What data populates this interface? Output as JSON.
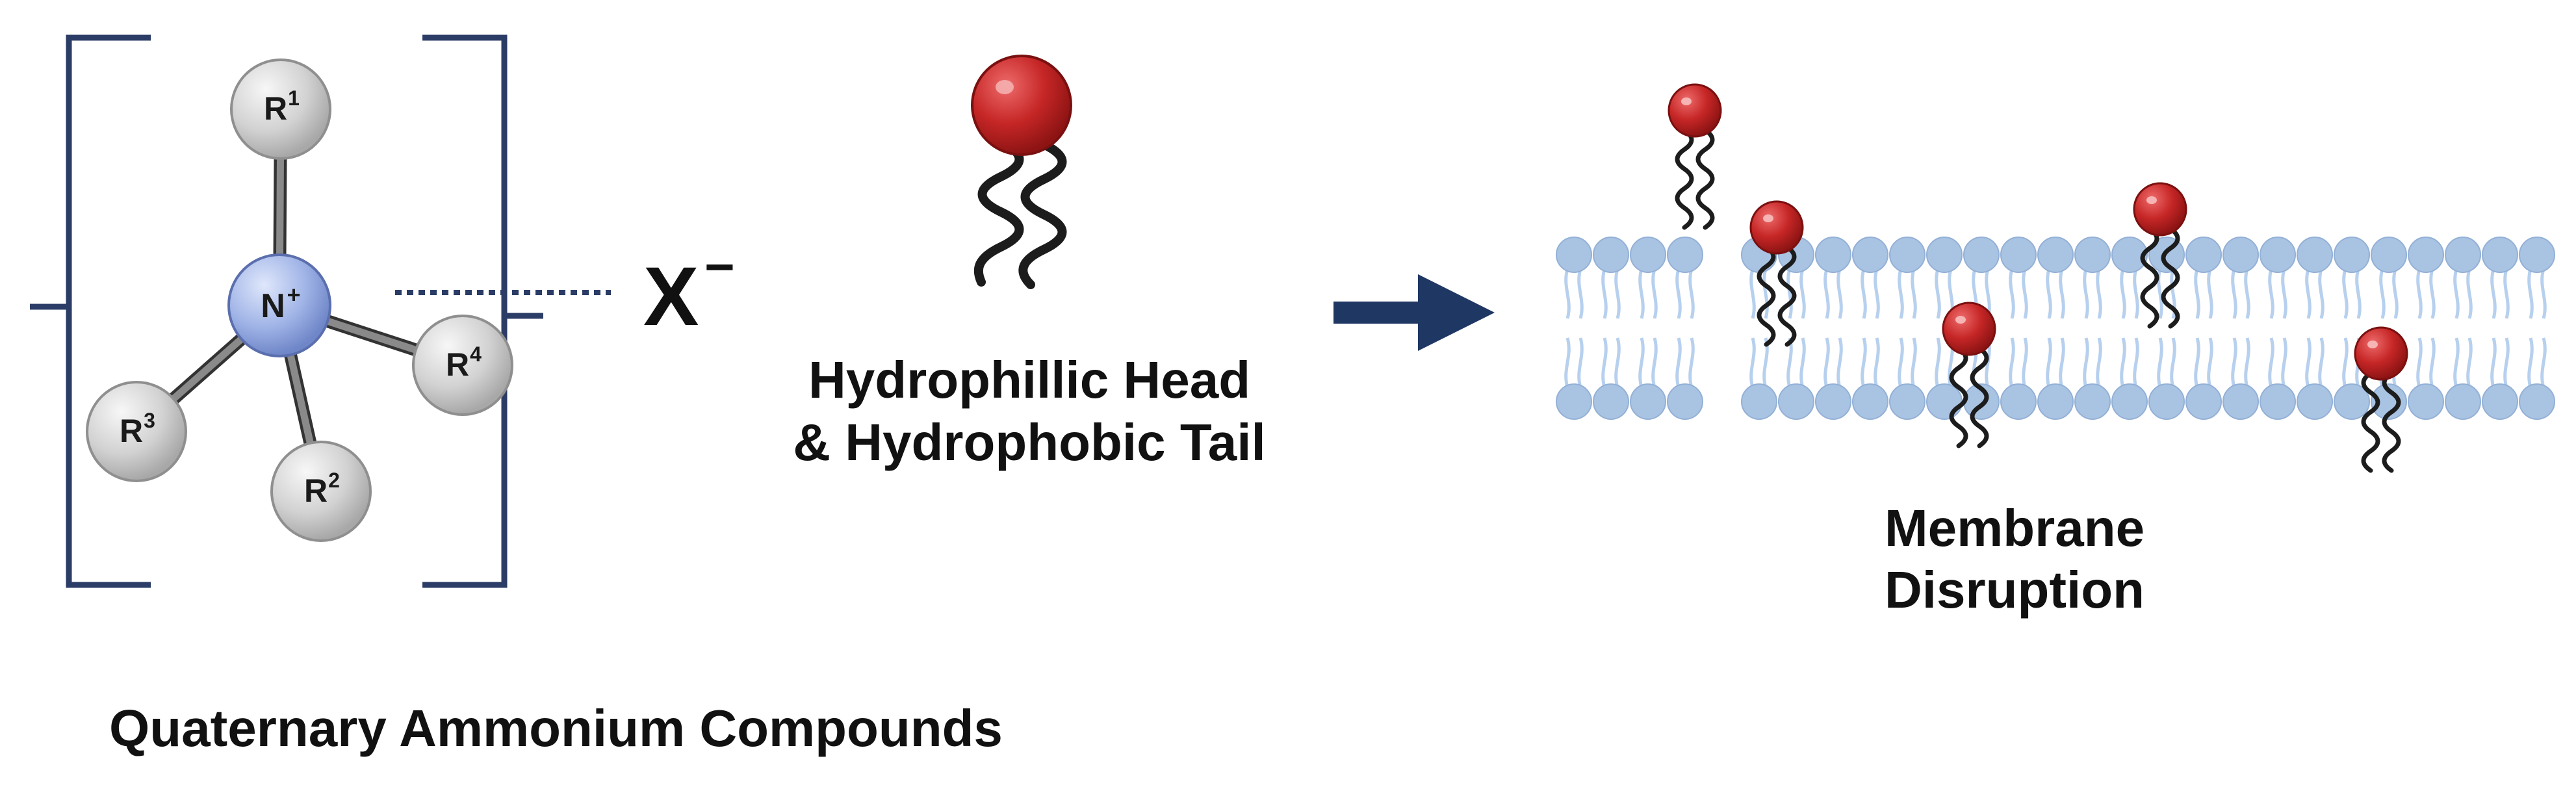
{
  "molecule": {
    "center": {
      "symbol": "N",
      "charge": "+"
    },
    "substituents": [
      {
        "symbol": "R",
        "index": "1"
      },
      {
        "symbol": "R",
        "index": "2"
      },
      {
        "symbol": "R",
        "index": "3"
      },
      {
        "symbol": "R",
        "index": "4"
      }
    ],
    "counterion": {
      "symbol": "X",
      "charge": "−"
    }
  },
  "labels": {
    "amphiphile_line1": "Hydrophillic Head",
    "amphiphile_line2": "& Hydrophobic Tail",
    "disruption_line1": "Membrane",
    "disruption_line2": "Disruption",
    "compound_class": "Quaternary Ammonium Compounds"
  },
  "colors": {
    "bracket": "#2b3d66",
    "arrow": "#1f3763",
    "nitrogen": "#9db0e3",
    "substituent": "#d4d4d4",
    "head": "#c62a2a",
    "membrane_head": "#a9c3e2",
    "membrane_tail": "#b7d0ee",
    "tail": "#1c1c1c"
  },
  "icons": [
    "nitrogen-atom",
    "substituent-atom",
    "amphiphile-icon",
    "reaction-arrow",
    "lipid-bilayer"
  ]
}
